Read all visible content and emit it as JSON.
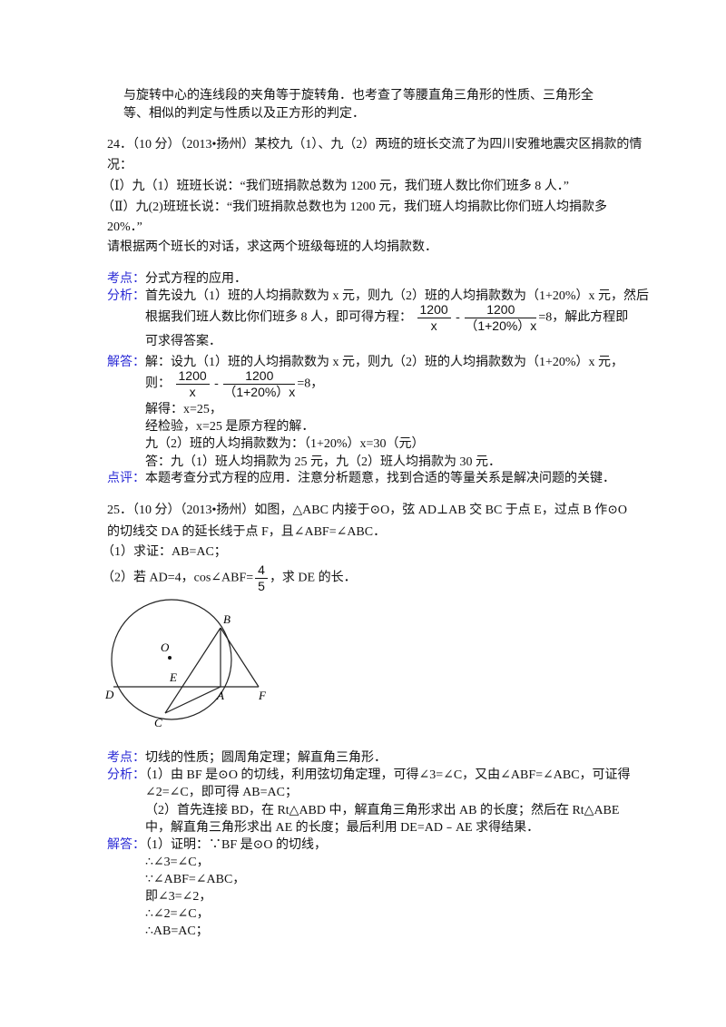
{
  "prev": {
    "line1": "与旋转中心的连线段的夹角等于旋转角．也考查了等腰直角三角形的性质、三角形全",
    "line2": "等、相似的判定与性质以及正方形的判定．"
  },
  "q24": {
    "stem1": "24．（10 分）（2013•扬州）某校九（1）、九（2）两班的班长交流了为四川安雅地震灾区捐款的情",
    "stem2": "况：",
    "s1": "（Ⅰ）九（1）班班长说：“我们班捐款总数为 1200 元，我们班人数比你们班多 8 人．”",
    "s2": "（Ⅱ）九(2)班班长说：“我们班捐款总数也为 1200 元，我们班人均捐款比你们班人均捐款多",
    "s3": "20%．”",
    "ask": "请根据两个班长的对话，求这两个班级每班的人均捐款数．",
    "kaodian_label": "考点：",
    "kaodian": "分式方程的应用．",
    "fenxi_label": "分析：",
    "fenxi1": "首先设九（1）班的人均捐款数为 x 元，则九（2）班的人均捐款数为（1+20%）x 元，然后",
    "fenxi2_pre": "根据我们班人数比你们班多 8 人，即可得方程：",
    "fenxi2_post": "=8，解此方程即",
    "fenxi3": "可求得答案．",
    "frac1_num": "1200",
    "frac1_den": "x",
    "minus": "-",
    "frac2_num": "1200",
    "frac2_den": "（1+20%）x",
    "jieda_label": "解答：",
    "jieda1": "解：设九（1）班的人均捐款数为 x 元，则九（2）班的人均捐款数为（1+20%）x 元，",
    "jieda2_pre": "则：",
    "jieda2_post": "=8，",
    "jieda3": "解得：x=25，",
    "jieda4": "经检验，x=25 是原方程的解．",
    "jieda5": "九（2）班的人均捐款数为：（1+20%）x=30（元）",
    "jieda6": "答：九（1）班人均捐款为 25 元，九（2）班人均捐款为 30 元．",
    "dianping_label": "点评：",
    "dianping": "本题考查分式方程的应用．注意分析题意，找到合适的等量关系是解决问题的关键．"
  },
  "q25": {
    "stem1": "25．（10 分）（2013•扬州）如图，△ABC 内接于⊙O，弦 AD⊥AB 交 BC 于点 E，过点 B 作⊙O",
    "stem2": "的切线交 DA 的延长线于点 F，且∠ABF=∠ABC．",
    "p1": "（1）求证：AB=AC；",
    "p2_pre": "（2）若 AD=4，cos∠ABF=",
    "p2_num": "4",
    "p2_den": "5",
    "p2_post": "，求 DE 的长．",
    "figure_labels": {
      "B": "B",
      "O": "O",
      "E": "E",
      "D": "D",
      "A": "A",
      "F": "F",
      "C": "C"
    },
    "kaodian_label": "考点：",
    "kaodian": "切线的性质；圆周角定理；解直角三角形．",
    "fenxi_label": "分析：",
    "fenxi1": "（1）由 BF 是⊙O 的切线，利用弦切角定理，可得∠3=∠C，又由∠ABF=∠ABC，可证得",
    "fenxi2": "∠2=∠C，即可得 AB=AC；",
    "fenxi3": "（2）首先连接 BD，在 Rt△ABD 中，解直角三角形求出 AB 的长度；然后在 Rt△ABE",
    "fenxi4": "中，解直角三角形求出 AE 的长度；最后利用 DE=AD﹣AE 求得结果．",
    "jieda_label": "解答：",
    "jieda1": "（1）证明：∵BF 是⊙O 的切线，",
    "jieda2": "∴∠3=∠C，",
    "jieda3": "∵∠ABF=∠ABC，",
    "jieda4": "即∠3=∠2，",
    "jieda5": "∴∠2=∠C，",
    "jieda6": "∴AB=AC；"
  },
  "colors": {
    "label": "#2b2bd6",
    "text": "#111111"
  }
}
